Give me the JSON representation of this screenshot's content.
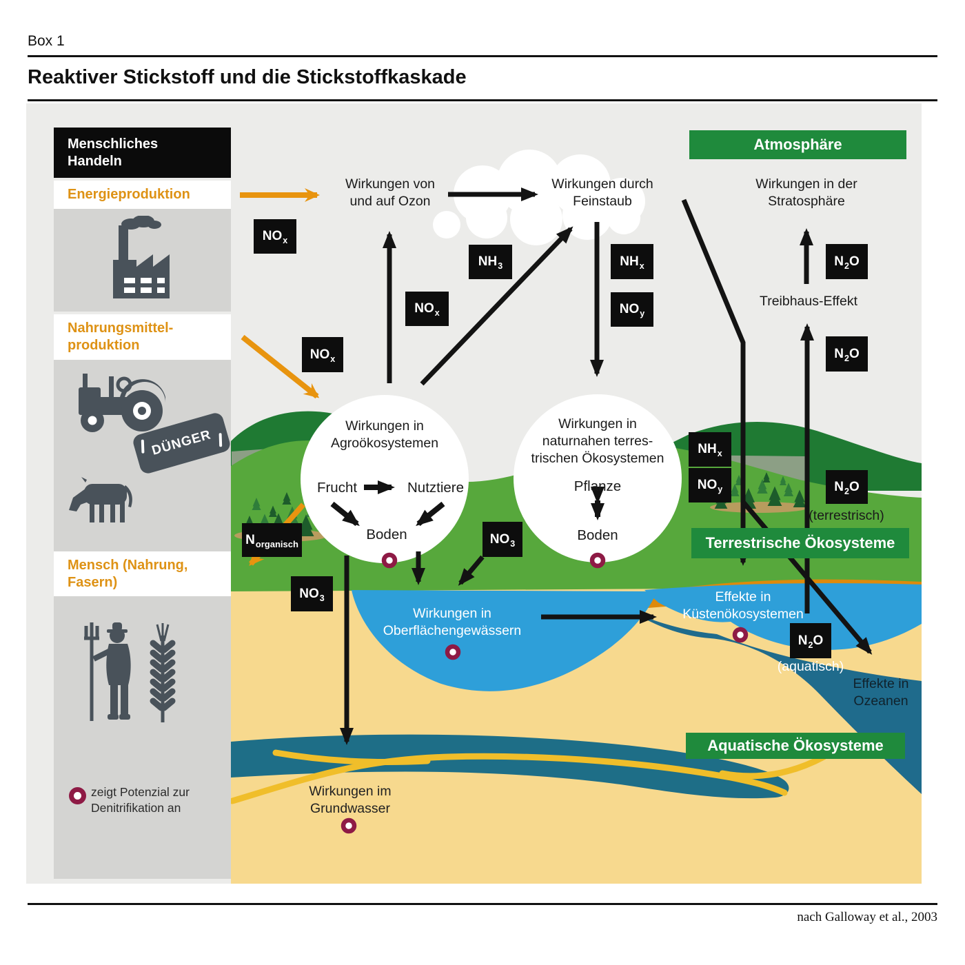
{
  "header": {
    "box_label": "Box 1",
    "title": "Reaktiver Stickstoff und die Stickstoffkaskade"
  },
  "footer": {
    "credit": "nach Galloway et al., 2003"
  },
  "sidebar": {
    "title": "Menschliches\nHandeln",
    "sections": [
      {
        "label": "Energieproduktion",
        "icon": "factory-icon"
      },
      {
        "label": "Nahrungsmittel-\nproduktion",
        "icon": "tractor-fertilizer-cow-icons",
        "fertilizer_text": "DÜNGER"
      },
      {
        "label": "Mensch (Nahrung,\nFasern)",
        "icon": "farmer-wheat-icons"
      }
    ],
    "legend": "zeigt Potenzial zur\nDenitrifikation an"
  },
  "zones": {
    "atmosphere": "Atmosphäre",
    "terrestrial": "Terrestrische Ökosysteme",
    "aquatic": "Aquatische Ökosysteme"
  },
  "labels": {
    "ozone": "Wirkungen von\nund auf Ozon",
    "particulate": "Wirkungen durch\nFeinstaub",
    "stratosphere": "Wirkungen in der\nStratosphäre",
    "greenhouse": "Treibhaus-Effekt",
    "surface_water": "Wirkungen in\nOberflächengewässern",
    "coastal": "Effekte in\nKüstenökosystemen",
    "ocean": "Effekte in\nOzeanen",
    "groundwater": "Wirkungen im\nGrundwasser"
  },
  "agro_circle": {
    "title": "Wirkungen in\nAgroökosystemen",
    "crop": "Frucht",
    "livestock": "Nutztiere",
    "soil": "Boden"
  },
  "natural_circle": {
    "title": "Wirkungen in\nnaturnahen terres-\ntrischen Ökosystemen",
    "plant": "Pflanze",
    "soil": "Boden"
  },
  "compounds": [
    {
      "pre": "NO",
      "sub": "x"
    },
    {
      "pre": "NH",
      "sub": "3"
    },
    {
      "pre": "NH",
      "sub": "x"
    },
    {
      "pre": "NO",
      "sub": "y"
    },
    {
      "pre": "N",
      "sub": "2",
      "post": "O"
    },
    {
      "pre": "NO",
      "sub": "x"
    },
    {
      "pre": "N",
      "sub": "2",
      "post": "O"
    },
    {
      "pre": "NO",
      "sub": "x"
    },
    {
      "pre": "NH",
      "sub": "x"
    },
    {
      "pre": "NO",
      "sub": "y"
    },
    {
      "pre": "N",
      "sub": "2",
      "post": "O",
      "qualifier": "(terrestrisch)"
    },
    {
      "pre": "N",
      "sub": "organisch"
    },
    {
      "pre": "NO",
      "sub": "3"
    },
    {
      "pre": "NO",
      "sub": "3"
    },
    {
      "pre": "N",
      "sub": "2",
      "post": "O",
      "qualifier": "(aquatisch)"
    }
  ],
  "colors": {
    "accent_orange": "#E8940F",
    "zone_green": "#1F8A3C",
    "denitrification_marker": "#8E1A45"
  }
}
